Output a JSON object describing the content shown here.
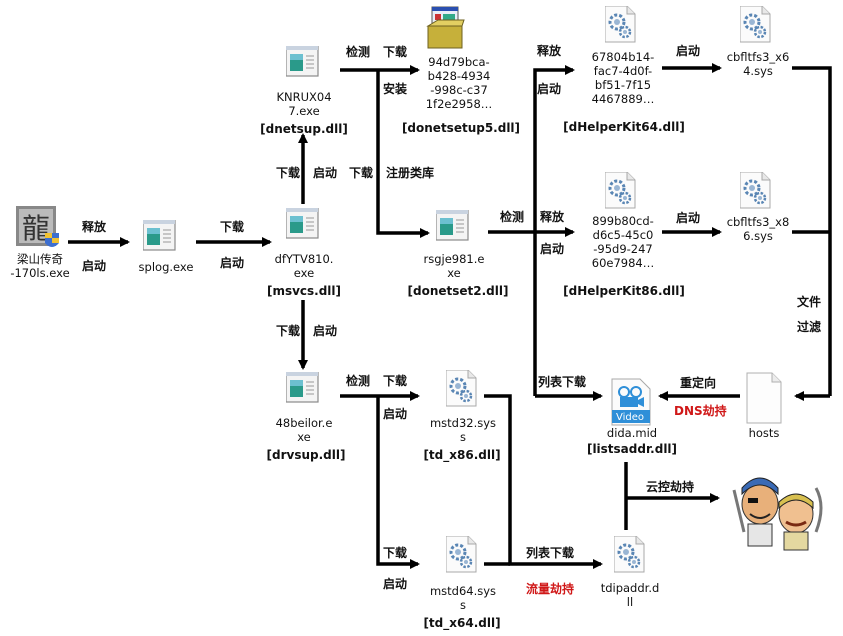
{
  "nodes": {
    "dropper": {
      "name": "梁山传奇\n-170ls.exe"
    },
    "splog": {
      "name": "splog.exe"
    },
    "dfytv": {
      "name": "dfYTV810.\nexe",
      "dll": "[msvcs.dll]"
    },
    "knrux": {
      "name": "KNRUX04\n7.exe",
      "dll": "[dnetsup.dll]"
    },
    "setup_exe": {
      "name": "94d79bca-\nb428-4934\n-998c-c37\n1f2e2958…",
      "dll": "[donetsetup5.dll]"
    },
    "rsgje": {
      "name": "rsgje981.e\nxe",
      "dll": "[donetset2.dll]"
    },
    "helper64": {
      "name": "67804b14-\nfac7-4d0f-\nbf51-7f15\n4467889…",
      "dll": "[dHelperKit64.dll]"
    },
    "helper86": {
      "name": "899b80cd-\nd6c5-45c0\n-95d9-247\n60e7984…",
      "dll": "[dHelperKit86.dll]"
    },
    "cbf64": {
      "name": "cbfltfs3_x6\n4.sys"
    },
    "cbf86": {
      "name": "cbfltfs3_x8\n6.sys"
    },
    "beilor": {
      "name": "48beilor.e\nxe",
      "dll": "[drvsup.dll]"
    },
    "mstd32": {
      "name": "mstd32.sys\ns",
      "dll": "[td_x86.dll]"
    },
    "mstd64": {
      "name": "mstd64.sys\ns",
      "dll": "[td_x64.dll]"
    },
    "dida": {
      "name": "dida.mid",
      "dll": "[listsaddr.dll]",
      "badge": "Video"
    },
    "hosts": {
      "name": "hosts"
    },
    "tdip": {
      "name": "tdipaddr.d\nll"
    }
  },
  "edges": {
    "release": "释放",
    "start": "启动",
    "download": "下载",
    "detect": "检测",
    "install": "安装",
    "reg_lib": "注册类库",
    "file_filter_1": "文件",
    "file_filter_2": "过滤",
    "redirect": "重定向",
    "dns_hijack": "DNS劫持",
    "list_download": "列表下载",
    "traffic_hijack": "流量劫持",
    "cloud_hijack": "云控劫持"
  },
  "colors": {
    "arrow": "#000000",
    "highlight": "#d01818",
    "badge": "#2f8fd8"
  }
}
